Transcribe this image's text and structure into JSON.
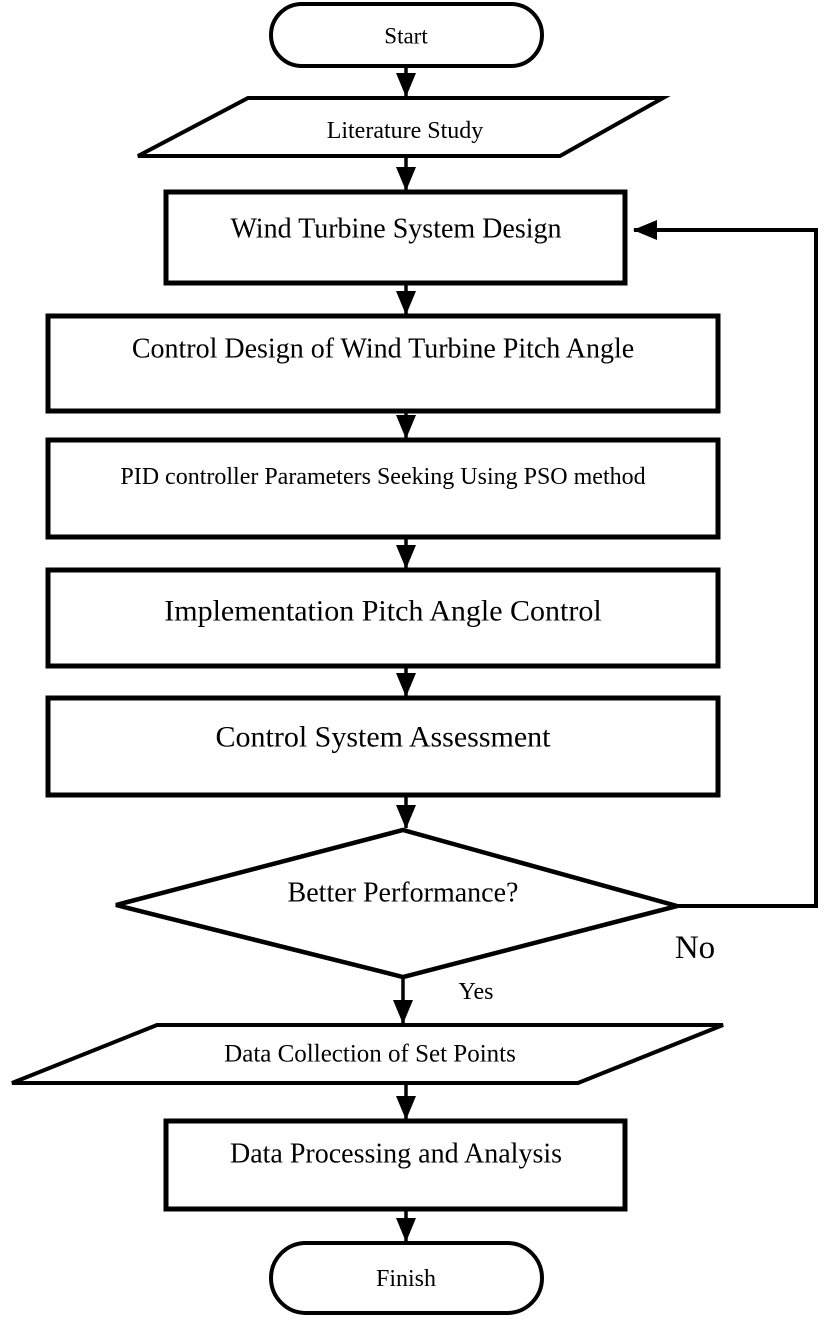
{
  "diagram": {
    "type": "flowchart",
    "colors": {
      "stroke": "#000000",
      "fill": "#ffffff",
      "background": "#ffffff"
    },
    "nodes": [
      {
        "id": "start",
        "shape": "stadium",
        "label": "Start"
      },
      {
        "id": "literature-study",
        "shape": "parallelogram",
        "label": "Literature Study"
      },
      {
        "id": "wind-turbine-design",
        "shape": "rectangle",
        "label": "Wind Turbine System Design"
      },
      {
        "id": "control-design",
        "shape": "rectangle",
        "label": "Control Design of Wind Turbine Pitch Angle"
      },
      {
        "id": "pid-pso-seeking",
        "shape": "rectangle",
        "label": "PID controller Parameters Seeking Using PSO method"
      },
      {
        "id": "implementation",
        "shape": "rectangle",
        "label": "Implementation Pitch Angle Control"
      },
      {
        "id": "assessment",
        "shape": "rectangle",
        "label": "Control System Assessment"
      },
      {
        "id": "better-performance",
        "shape": "diamond",
        "label": "Better Performance?"
      },
      {
        "id": "data-collection",
        "shape": "parallelogram",
        "label": "Data Collection of Set Points"
      },
      {
        "id": "data-processing",
        "shape": "rectangle",
        "label": "Data Processing and Analysis"
      },
      {
        "id": "finish",
        "shape": "stadium",
        "label": "Finish"
      }
    ],
    "edge_labels": {
      "yes": "Yes",
      "no": "No"
    }
  }
}
